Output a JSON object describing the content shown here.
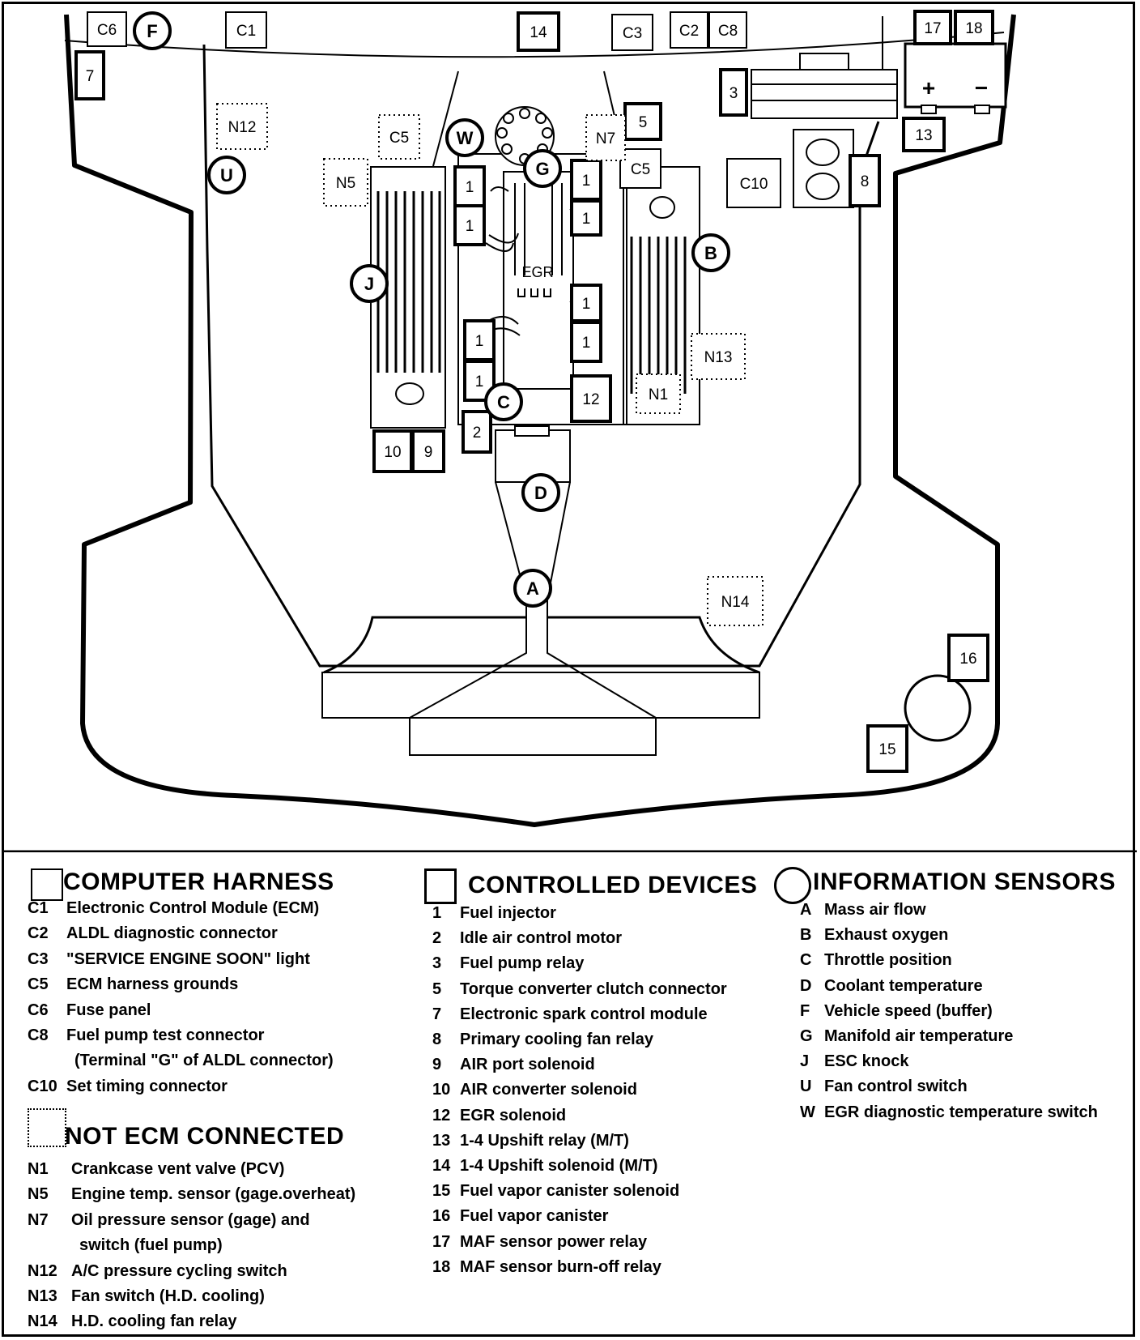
{
  "diagram": {
    "circle_labels": [
      "F",
      "U",
      "W",
      "G",
      "B",
      "J",
      "C",
      "D",
      "A"
    ],
    "harness_labels": [
      "C6",
      "C1",
      "C3",
      "C2",
      "C8",
      "C5",
      "C10"
    ],
    "device_labels": [
      "7",
      "14",
      "17",
      "18",
      "3",
      "13",
      "5",
      "8",
      "1",
      "1",
      "1",
      "1",
      "1",
      "1",
      "1",
      "1",
      "12",
      "2",
      "10",
      "9",
      "16",
      "15"
    ],
    "not_ecm_labels": [
      "N12",
      "C5",
      "N5",
      "N7",
      "N13",
      "N1",
      "N14"
    ],
    "egr_label": "EGR",
    "battery_plus": "+",
    "battery_minus": "−"
  },
  "legend": {
    "computer_harness": {
      "title": "COMPUTER HARNESS",
      "items": [
        {
          "code": "C1",
          "desc": "Electronic Control Module (ECM)"
        },
        {
          "code": "C2",
          "desc": "ALDL diagnostic connector"
        },
        {
          "code": "C3",
          "desc": "\"SERVICE ENGINE SOON\" light"
        },
        {
          "code": "C5",
          "desc": "ECM harness grounds"
        },
        {
          "code": "C6",
          "desc": "Fuse panel"
        },
        {
          "code": "C8",
          "desc": "Fuel pump test connector"
        },
        {
          "code": "",
          "desc": "(Terminal \"G\" of ALDL connector)"
        },
        {
          "code": "C10",
          "desc": "Set timing connector"
        }
      ]
    },
    "not_ecm_connected": {
      "title": "NOT ECM CONNECTED",
      "items": [
        {
          "code": "N1",
          "desc": "Crankcase vent valve (PCV)"
        },
        {
          "code": "N5",
          "desc": "Engine temp. sensor (gage.overheat)"
        },
        {
          "code": "N7",
          "desc": "Oil pressure sensor (gage) and"
        },
        {
          "code": "",
          "desc": "switch (fuel pump)"
        },
        {
          "code": "N12",
          "desc": "A/C pressure cycling switch"
        },
        {
          "code": "N13",
          "desc": "Fan switch (H.D. cooling)"
        },
        {
          "code": "N14",
          "desc": "H.D. cooling fan relay"
        }
      ]
    },
    "controlled_devices": {
      "title": "CONTROLLED DEVICES",
      "items": [
        {
          "code": "1",
          "desc": "Fuel injector"
        },
        {
          "code": "2",
          "desc": "Idle air control motor"
        },
        {
          "code": "3",
          "desc": "Fuel pump relay"
        },
        {
          "code": "5",
          "desc": "Torque converter clutch connector"
        },
        {
          "code": "7",
          "desc": "Electronic spark control module"
        },
        {
          "code": "8",
          "desc": "Primary cooling fan relay"
        },
        {
          "code": "9",
          "desc": "AIR port solenoid"
        },
        {
          "code": "10",
          "desc": "AIR converter solenoid"
        },
        {
          "code": "12",
          "desc": "EGR solenoid"
        },
        {
          "code": "13",
          "desc": "1-4 Upshift relay (M/T)"
        },
        {
          "code": "14",
          "desc": "1-4 Upshift solenoid (M/T)"
        },
        {
          "code": "15",
          "desc": "Fuel vapor canister solenoid"
        },
        {
          "code": "16",
          "desc": "Fuel vapor canister"
        },
        {
          "code": "17",
          "desc": "MAF sensor power relay"
        },
        {
          "code": "18",
          "desc": "MAF sensor burn-off relay"
        }
      ]
    },
    "information_sensors": {
      "title": "INFORMATION SENSORS",
      "items": [
        {
          "code": "A",
          "desc": "Mass air flow"
        },
        {
          "code": "B",
          "desc": "Exhaust oxygen"
        },
        {
          "code": "C",
          "desc": "Throttle position"
        },
        {
          "code": "D",
          "desc": "Coolant temperature"
        },
        {
          "code": "F",
          "desc": "Vehicle speed (buffer)"
        },
        {
          "code": "G",
          "desc": "Manifold air temperature"
        },
        {
          "code": "J",
          "desc": "ESC knock"
        },
        {
          "code": "U",
          "desc": "Fan control switch"
        },
        {
          "code": "W",
          "desc": "EGR diagnostic temperature switch"
        }
      ]
    }
  }
}
